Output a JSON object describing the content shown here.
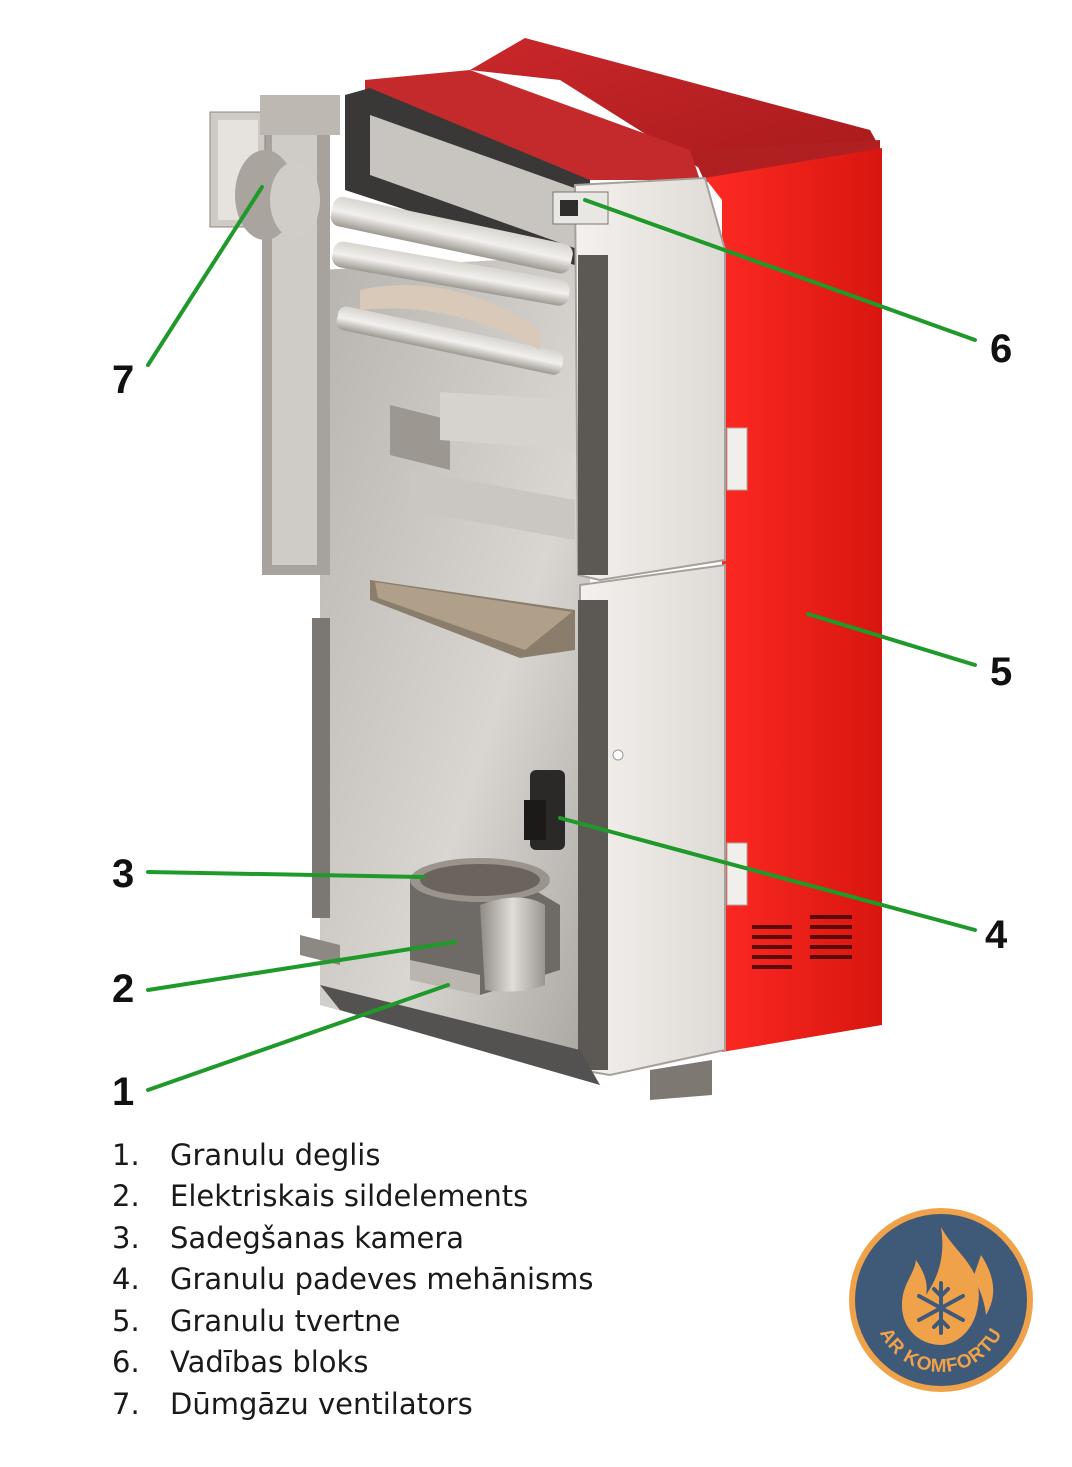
{
  "diagram": {
    "callouts": [
      {
        "num": "1",
        "text": "Granulu deglis"
      },
      {
        "num": "2",
        "text": "Elektriskais sildelements"
      },
      {
        "num": "3",
        "text": "Sadegšanas kamera"
      },
      {
        "num": "4",
        "text": "Granulu padeves mehānisms"
      },
      {
        "num": "5",
        "text": "Granulu tvertne"
      },
      {
        "num": "6",
        "text": "Vadības bloks"
      },
      {
        "num": "7",
        "text": "Dūmgāzu ventilators"
      }
    ],
    "colors": {
      "leader": "#1f9a2a",
      "casing_red": "#e8201e",
      "panel_gray": "#e9e6e2",
      "logo_bg": "#3e5a78",
      "logo_accent": "#f0a24a"
    }
  },
  "legend": [
    {
      "num": "1.",
      "text": "Granulu deglis"
    },
    {
      "num": "2.",
      "text": "Elektriskais sildelements"
    },
    {
      "num": "3.",
      "text": "Sadegšanas kamera"
    },
    {
      "num": "4.",
      "text": "Granulu padeves mehānisms"
    },
    {
      "num": "5.",
      "text": "Granulu tvertne"
    },
    {
      "num": "6.",
      "text": "Vadības bloks"
    },
    {
      "num": "7.",
      "text": "Dūmgāzu ventilators"
    }
  ],
  "logo": {
    "text": "AR KOMFORTU",
    "icon": "flame-snowflake-icon"
  }
}
